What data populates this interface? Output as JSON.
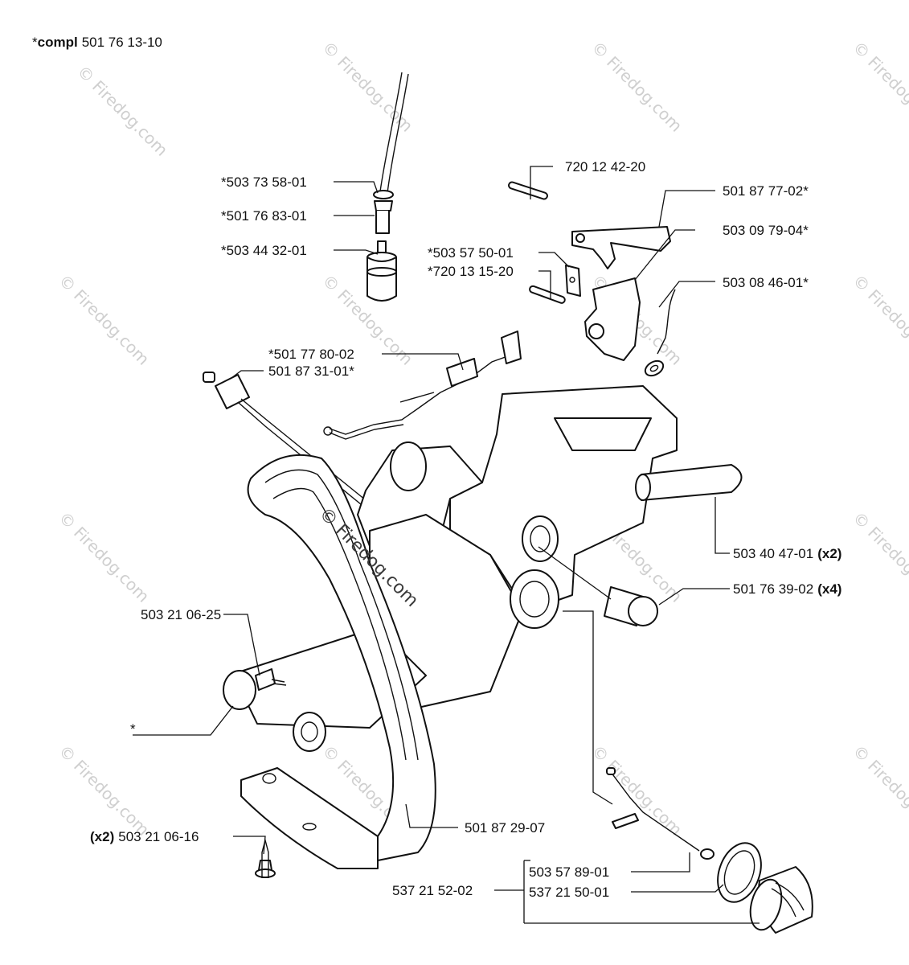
{
  "header": {
    "prefix": "*",
    "bold": "compl",
    "number": "501 76 13-10"
  },
  "watermark": {
    "text": "© Firedog.com",
    "center_text": "© Firedog.com"
  },
  "labels": {
    "fuel_pipe_top": "*503 73 58-01",
    "fuel_pipe_mid": "*501 76 83-01",
    "fuel_filter": "*503 44 32-01",
    "pin_top": "720 12 42-20",
    "throttle_trigger": "501 87 77-02*",
    "trigger_lockout": "503 09 79-04*",
    "spring_clip": "*503 57 50-01",
    "pin_mid": "*720 13 15-20",
    "spring": "503 08 46-01*",
    "throttle_rod": "*501 77 80-02",
    "choke_cable": "501 87 31-01*",
    "handle_grip": "503 40 47-01",
    "handle_grip_qty": "(x2)",
    "bushing": "501 76 39-02",
    "bushing_qty": "(x4)",
    "screw_left": "503 21 06-25",
    "tank_star": "*",
    "front_handle": "501 87 29-07",
    "screw_bottom": "503 21 06-16",
    "screw_bottom_qty": "(x2)",
    "cap_strap": "503 57 89-01",
    "cap_seal": "537 21 50-01",
    "fuel_cap": "537 21 52-02"
  }
}
